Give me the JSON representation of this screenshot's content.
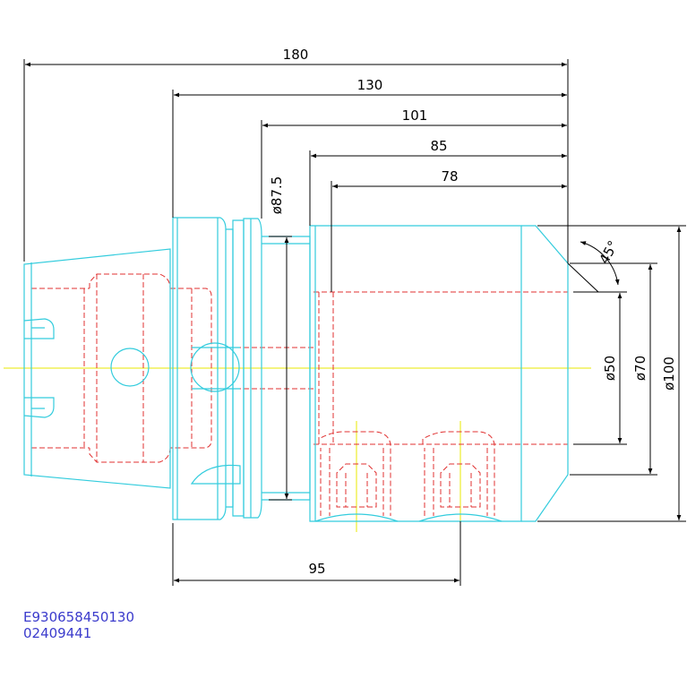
{
  "colors": {
    "outline": "#33ccdd",
    "hidden": "#e03030",
    "centerline": "#e8e800",
    "dimension": "#000000",
    "code": "#3b3bcc"
  },
  "dimensions": {
    "d180": "180",
    "d130": "130",
    "d101": "101",
    "d85": "85",
    "d78": "78",
    "d95": "95",
    "phi87_5": "ø87.5",
    "phi50": "ø50",
    "phi70": "ø70",
    "phi100": "ø100",
    "angle45": "45°"
  },
  "codes": {
    "part_number": "E930658450130",
    "order_number": "02409441"
  }
}
